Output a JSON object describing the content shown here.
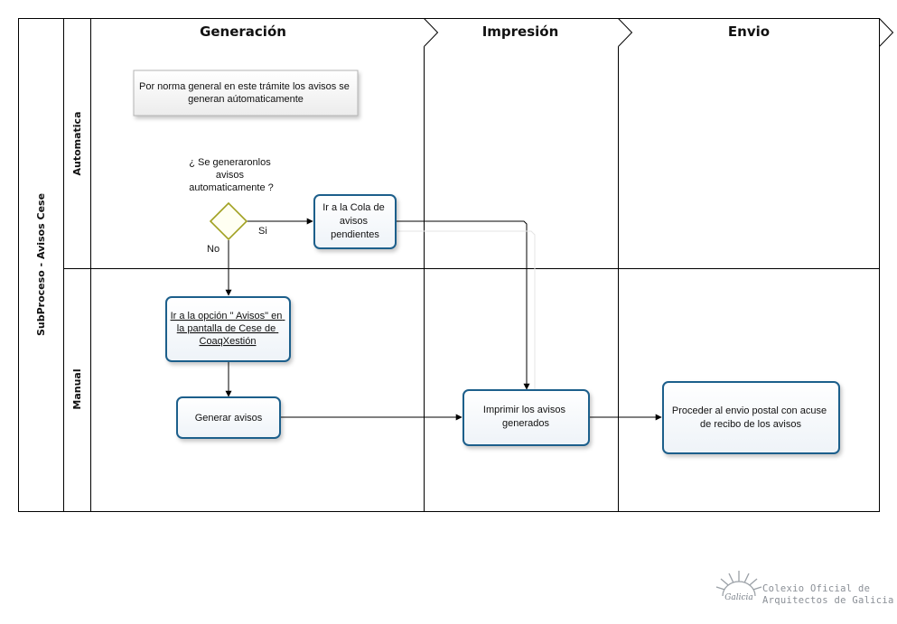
{
  "process": {
    "title": "SubProceso - Avisos Cese"
  },
  "lanes": [
    {
      "id": "automatica",
      "label": "Automatica"
    },
    {
      "id": "manual",
      "label": "Manual"
    }
  ],
  "phases": [
    {
      "id": "generacion",
      "label": "Generación"
    },
    {
      "id": "impresion",
      "label": "Impresión"
    },
    {
      "id": "envio",
      "label": "Envio"
    }
  ],
  "annotation": {
    "lines": [
      "Por norma general en este trámite los avisos se",
      "generan aútomaticamente"
    ]
  },
  "gateway": {
    "question_lines": [
      "¿ Se generaronlos",
      "avisos",
      "automaticamente ?"
    ]
  },
  "edges": {
    "yes_label": "Si",
    "no_label": "No"
  },
  "tasks": {
    "ir_cola": {
      "lines": [
        "Ir a la Cola de",
        "avisos",
        "pendientes"
      ]
    },
    "ir_opcion": {
      "lines": [
        "Ir a la opción \" Avisos\" en",
        "la pantalla de Cese de",
        "CoaqXestión"
      ]
    },
    "generar": {
      "lines": [
        "Generar avisos"
      ]
    },
    "imprimir": {
      "lines": [
        "Imprimir los avisos",
        "generados"
      ]
    },
    "proceder": {
      "lines": [
        "Proceder al envio postal con acuse",
        "de recibo de los avisos"
      ]
    }
  },
  "logo": {
    "script": "Galicia",
    "lines": [
      "Colexio Oficial de",
      "Arquitectos de Galicia"
    ]
  },
  "colors": {
    "line": "#000000",
    "task_border": "#1f5f8b",
    "gateway_border": "#a0a020",
    "gateway_fill": "#fffff2",
    "link": "#1a1a7a"
  }
}
